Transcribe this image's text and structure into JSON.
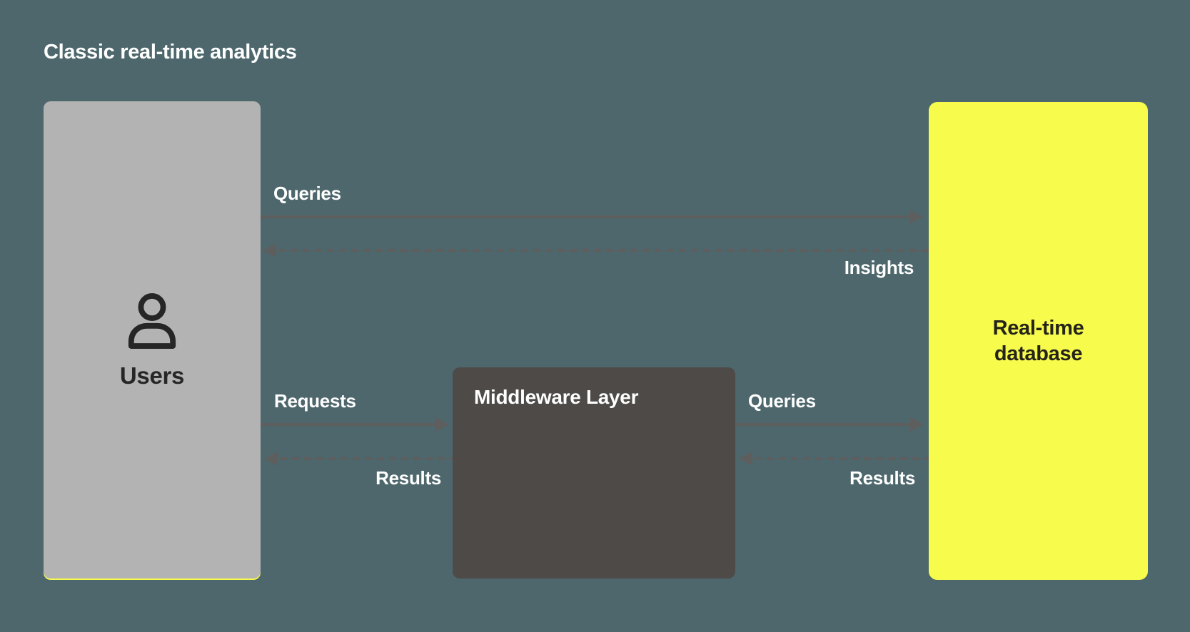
{
  "title": "Classic real-time analytics",
  "nodes": {
    "users": {
      "label": "Users",
      "icon": "user-icon"
    },
    "middleware": {
      "label": "Middleware Layer"
    },
    "database": {
      "line1": "Real-time",
      "line2": "database"
    }
  },
  "edges": {
    "queries_top": {
      "label": "Queries",
      "style": "solid",
      "direction": "right",
      "from": "users",
      "to": "database"
    },
    "insights": {
      "label": "Insights",
      "style": "dashed",
      "direction": "left",
      "from": "database",
      "to": "users"
    },
    "requests": {
      "label": "Requests",
      "style": "solid",
      "direction": "right",
      "from": "users",
      "to": "middleware"
    },
    "results_left": {
      "label": "Results",
      "style": "dashed",
      "direction": "left",
      "from": "middleware",
      "to": "users"
    },
    "queries_mid": {
      "label": "Queries",
      "style": "solid",
      "direction": "right",
      "from": "middleware",
      "to": "database"
    },
    "results_right": {
      "label": "Results",
      "style": "dashed",
      "direction": "left",
      "from": "database",
      "to": "middleware"
    }
  },
  "colors": {
    "background": "#4d676c",
    "users_box": "#b3b3b3",
    "middleware_box": "#4d4a47",
    "database_box": "#f6fb4c",
    "arrow": "#5e5e5e",
    "label_text": "#ffffff",
    "users_text": "#262626",
    "database_text": "#25231a"
  }
}
